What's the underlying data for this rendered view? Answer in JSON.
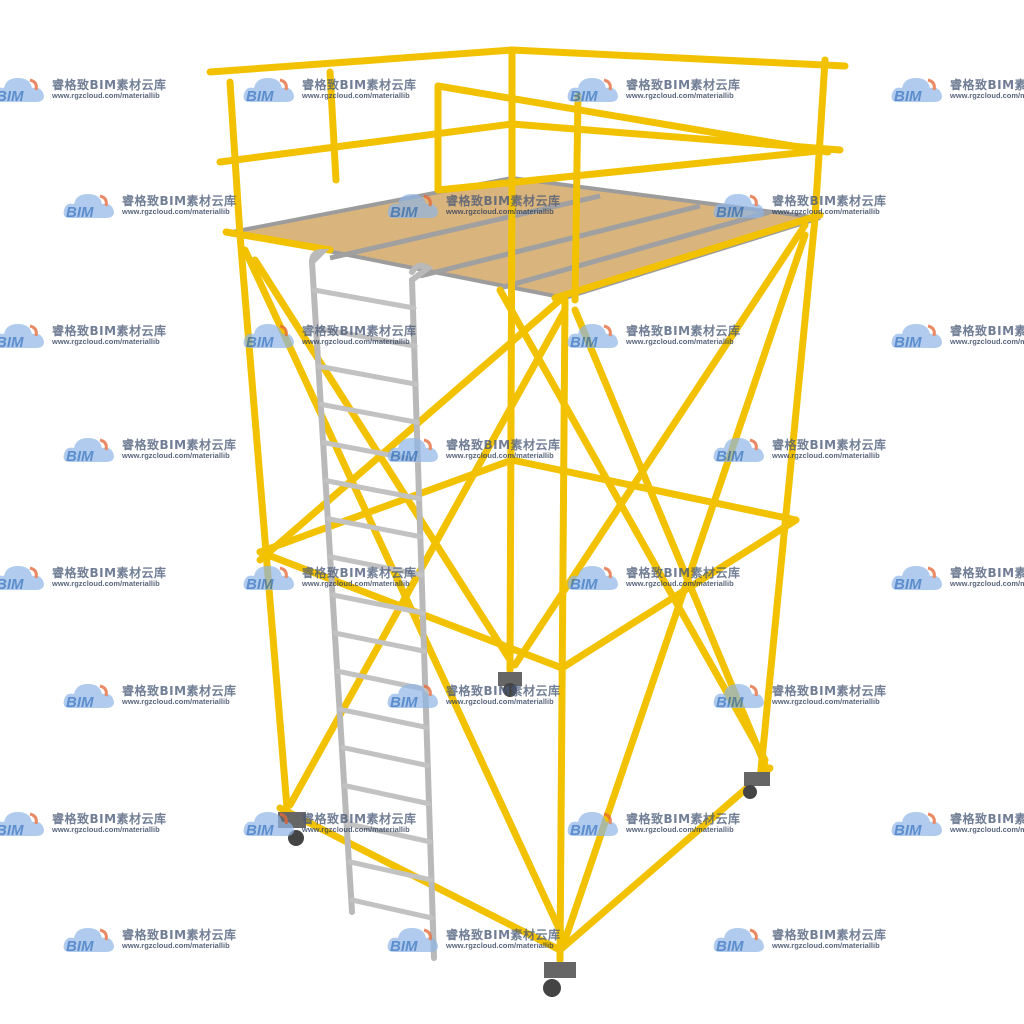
{
  "watermark": {
    "brand": "BIM",
    "name": "睿格致BIM素材云库",
    "url": "www.rgzcloud.com/materiallib"
  },
  "colors": {
    "frame": "#f2c200",
    "frame_edge": "#c89a00",
    "ladder": "#b8b8b8",
    "deck": "#d7b27a",
    "deck_edge": "#9a9a9a",
    "caster": "#555555",
    "watermark_text": "#4a5a78",
    "watermark_logo": "#2f6fbf"
  }
}
